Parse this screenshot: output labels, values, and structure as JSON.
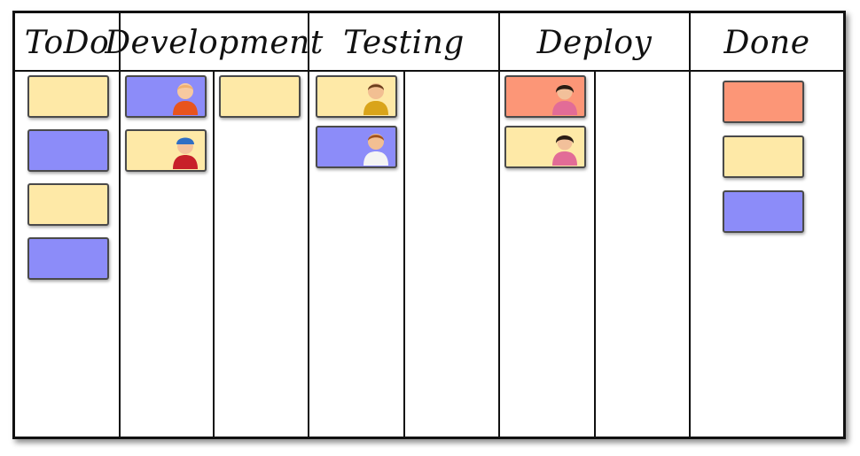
{
  "board": {
    "columns": [
      {
        "title": "ToDo"
      },
      {
        "title": "Development"
      },
      {
        "title": "Testing"
      },
      {
        "title": "Deploy"
      },
      {
        "title": "Done"
      }
    ]
  },
  "colors": {
    "yellow": "#fee9a7",
    "blue": "#8c8cf9",
    "orange": "#fc9677"
  },
  "cards": {
    "todo": [
      "yellow",
      "blue",
      "yellow",
      "blue"
    ],
    "development_in_progress": [
      {
        "color": "blue",
        "assignee_icon": "person-orange-shirt-icon"
      },
      {
        "color": "yellow",
        "assignee_icon": "person-red-shirt-cap-icon"
      }
    ],
    "development_done": [
      "yellow"
    ],
    "testing_in_progress": [
      {
        "color": "yellow",
        "assignee_icon": "person-yellow-shirt-icon"
      },
      {
        "color": "blue",
        "assignee_icon": "person-white-shirt-icon"
      }
    ],
    "testing_done": [],
    "deploy_in_progress": [
      {
        "color": "orange",
        "assignee_icon": "woman-pink-shirt-icon"
      },
      {
        "color": "yellow",
        "assignee_icon": "woman-pink-shirt-icon"
      }
    ],
    "deploy_done": [],
    "done": [
      "orange",
      "yellow",
      "blue"
    ]
  }
}
